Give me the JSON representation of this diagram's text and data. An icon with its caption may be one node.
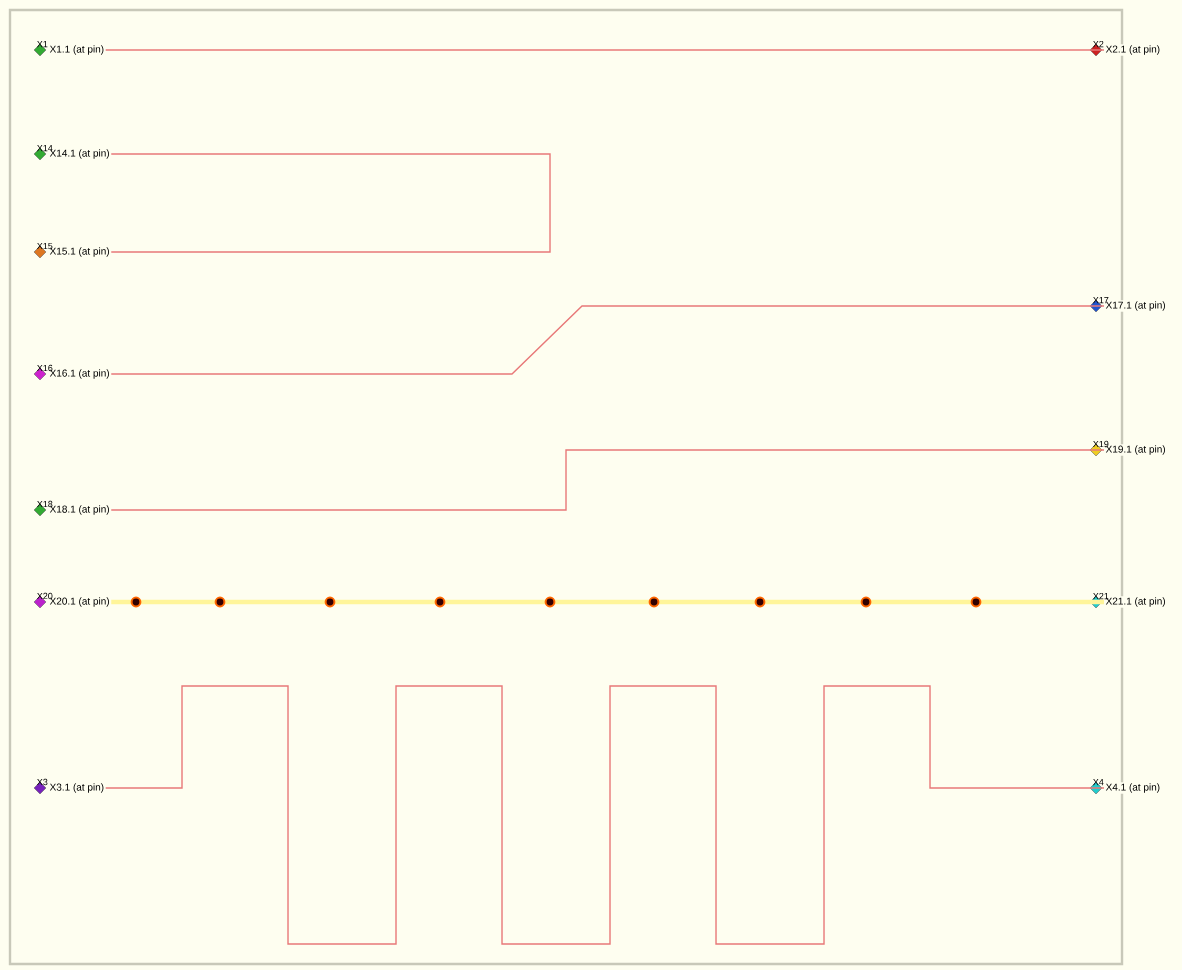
{
  "diagram": {
    "nodes": [
      {
        "text": [
          "X1",
          "X1.1 (at pin)"
        ]
      },
      {
        "text": [
          "X2",
          "X2.1 (at pin)"
        ]
      },
      {
        "text": [
          "X14",
          "X14.1 (at pin)"
        ]
      },
      {
        "text": [
          "X15",
          "X15.1 (at pin)"
        ]
      },
      {
        "text": [
          "X16",
          "X16.1 (at pin)"
        ]
      },
      {
        "text": [
          "X17",
          "X17.1 (at pin)"
        ]
      },
      {
        "text": [
          "X18",
          "X18.1 (at pin)"
        ]
      },
      {
        "text": [
          "X19",
          "X19.1 (at pin)"
        ]
      },
      {
        "text": [
          "X20",
          "X20.1 (at pin)"
        ]
      },
      {
        "text": [
          "X21",
          "X21.1 (at pin)"
        ]
      },
      {
        "text": [
          "X3",
          "X3.1 (at pin)"
        ]
      },
      {
        "text": [
          "X4",
          "X4.1 (at pin)"
        ]
      }
    ],
    "edges": [
      {
        "from": 0,
        "to": 1,
        "arrow": "none"
      },
      {
        "from": 2,
        "to": 3,
        "arrow": "none"
      },
      {
        "from": 4,
        "to": 5,
        "arrow": "none"
      },
      {
        "from": 6,
        "to": 7,
        "arrow": "none"
      },
      {
        "from": 8,
        "to": 9,
        "arrow": "none",
        "style": "thick",
        "color": "#fff59a"
      },
      {
        "from": 10,
        "to": 11,
        "arrow": "none"
      }
    ]
  }
}
